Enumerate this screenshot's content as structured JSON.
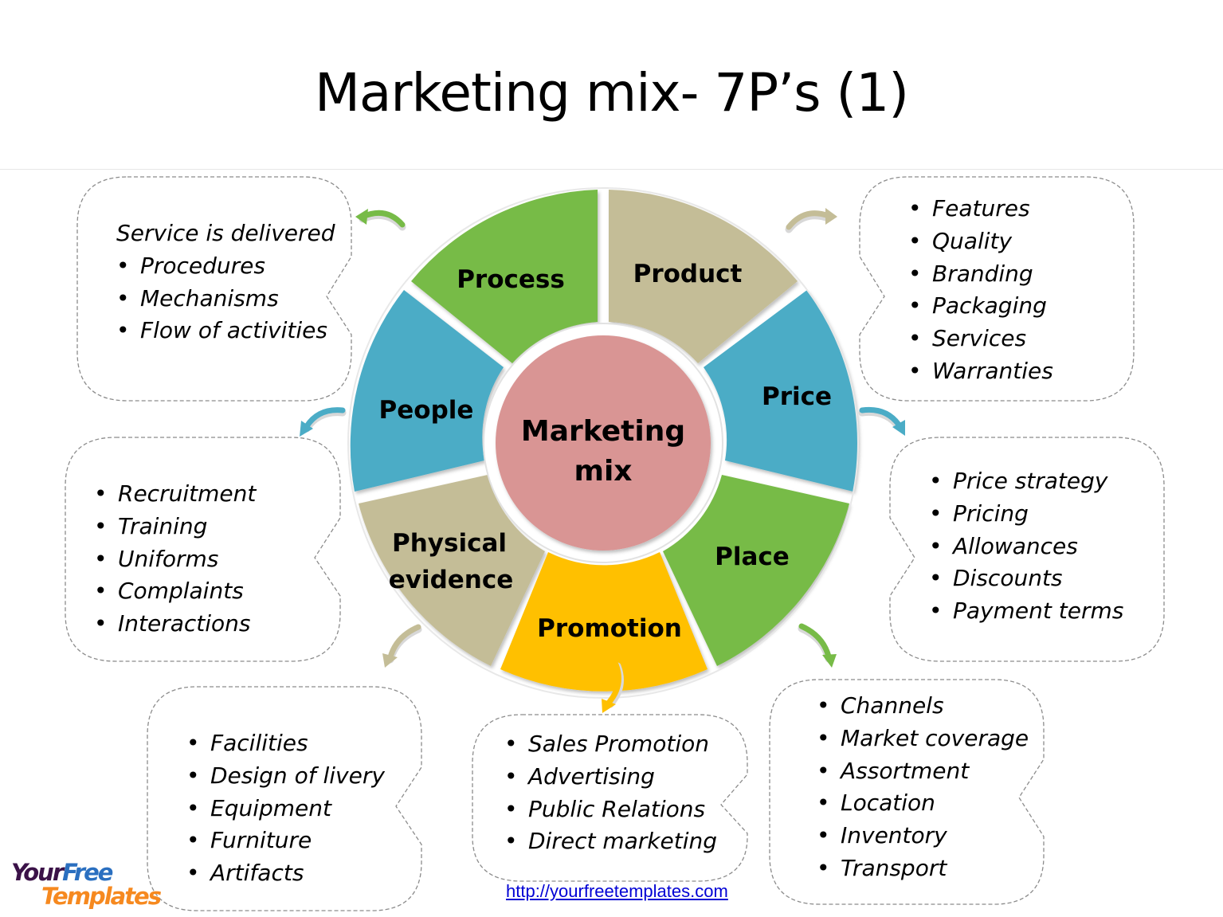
{
  "slide": {
    "title": "Marketing mix- 7P’s (1)"
  },
  "wheel": {
    "center": {
      "line1": "Marketing",
      "line2": "mix",
      "color": "#d99594"
    },
    "segments": [
      {
        "id": "product",
        "label": "Product",
        "color": "#c4bd97"
      },
      {
        "id": "price",
        "label": "Price",
        "color": "#4bacc6"
      },
      {
        "id": "place",
        "label": "Place",
        "color": "#77bb47"
      },
      {
        "id": "promotion",
        "label": "Promotion",
        "color": "#ffc000"
      },
      {
        "id": "physical-evidence",
        "label_line1": "Physical",
        "label_line2": "evidence",
        "color": "#c4bd97"
      },
      {
        "id": "people",
        "label": "People",
        "color": "#4bacc6"
      },
      {
        "id": "process",
        "label": "Process",
        "color": "#77bb47"
      }
    ]
  },
  "callouts": {
    "process": {
      "lead": "Service is delivered",
      "items": [
        "Procedures",
        "Mechanisms",
        "Flow of activities"
      ]
    },
    "product": {
      "items": [
        "Features",
        "Quality",
        "Branding",
        "Packaging",
        "Services",
        "Warranties"
      ]
    },
    "people": {
      "items": [
        "Recruitment",
        "Training",
        "Uniforms",
        "Complaints",
        "Interactions"
      ]
    },
    "price": {
      "items": [
        "Price strategy",
        "Pricing",
        "Allowances",
        "Discounts",
        "Payment terms"
      ]
    },
    "physical_evidence": {
      "items": [
        "Facilities",
        "Design of livery",
        "Equipment",
        "Furniture",
        "Artifacts"
      ]
    },
    "promotion": {
      "items": [
        "Sales Promotion",
        "Advertising",
        "Public Relations",
        "Direct marketing"
      ]
    },
    "place": {
      "items": [
        "Channels",
        "Market coverage",
        "Assortment",
        "Location",
        "Inventory",
        "Transport"
      ]
    }
  },
  "logo": {
    "word1": "Your",
    "word2": "Free",
    "word3": "Templates"
  },
  "footer": {
    "link": "http://yourfreetemplates.com"
  }
}
